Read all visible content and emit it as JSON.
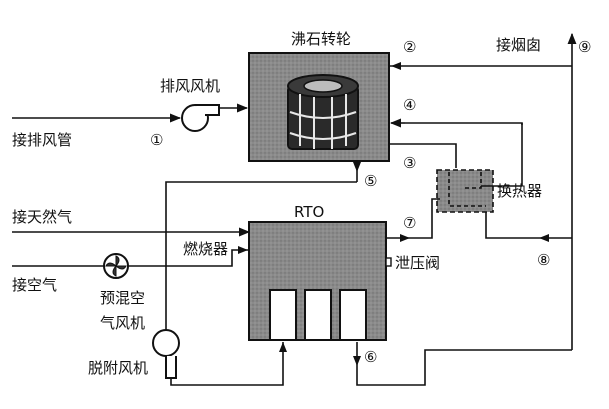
{
  "labels": {
    "zeolite_rotor": "沸石转轮",
    "exhaust_fan": "排风风机",
    "exhaust_duct": "接排风管",
    "natural_gas": "接天然气",
    "air": "接空气",
    "premix_fan_line1": "预混空",
    "premix_fan_line2": "气风机",
    "desorption_fan": "脱附风机",
    "rto": "RTO",
    "burner": "燃烧器",
    "heat_exchanger": "换热器",
    "relief_valve": "泄压阀",
    "chimney": "接烟囱"
  },
  "stream_numbers": {
    "n1": "①",
    "n2": "②",
    "n3": "③",
    "n4": "④",
    "n5": "⑤",
    "n6": "⑥",
    "n7": "⑦",
    "n8": "⑧",
    "n9": "⑨"
  }
}
